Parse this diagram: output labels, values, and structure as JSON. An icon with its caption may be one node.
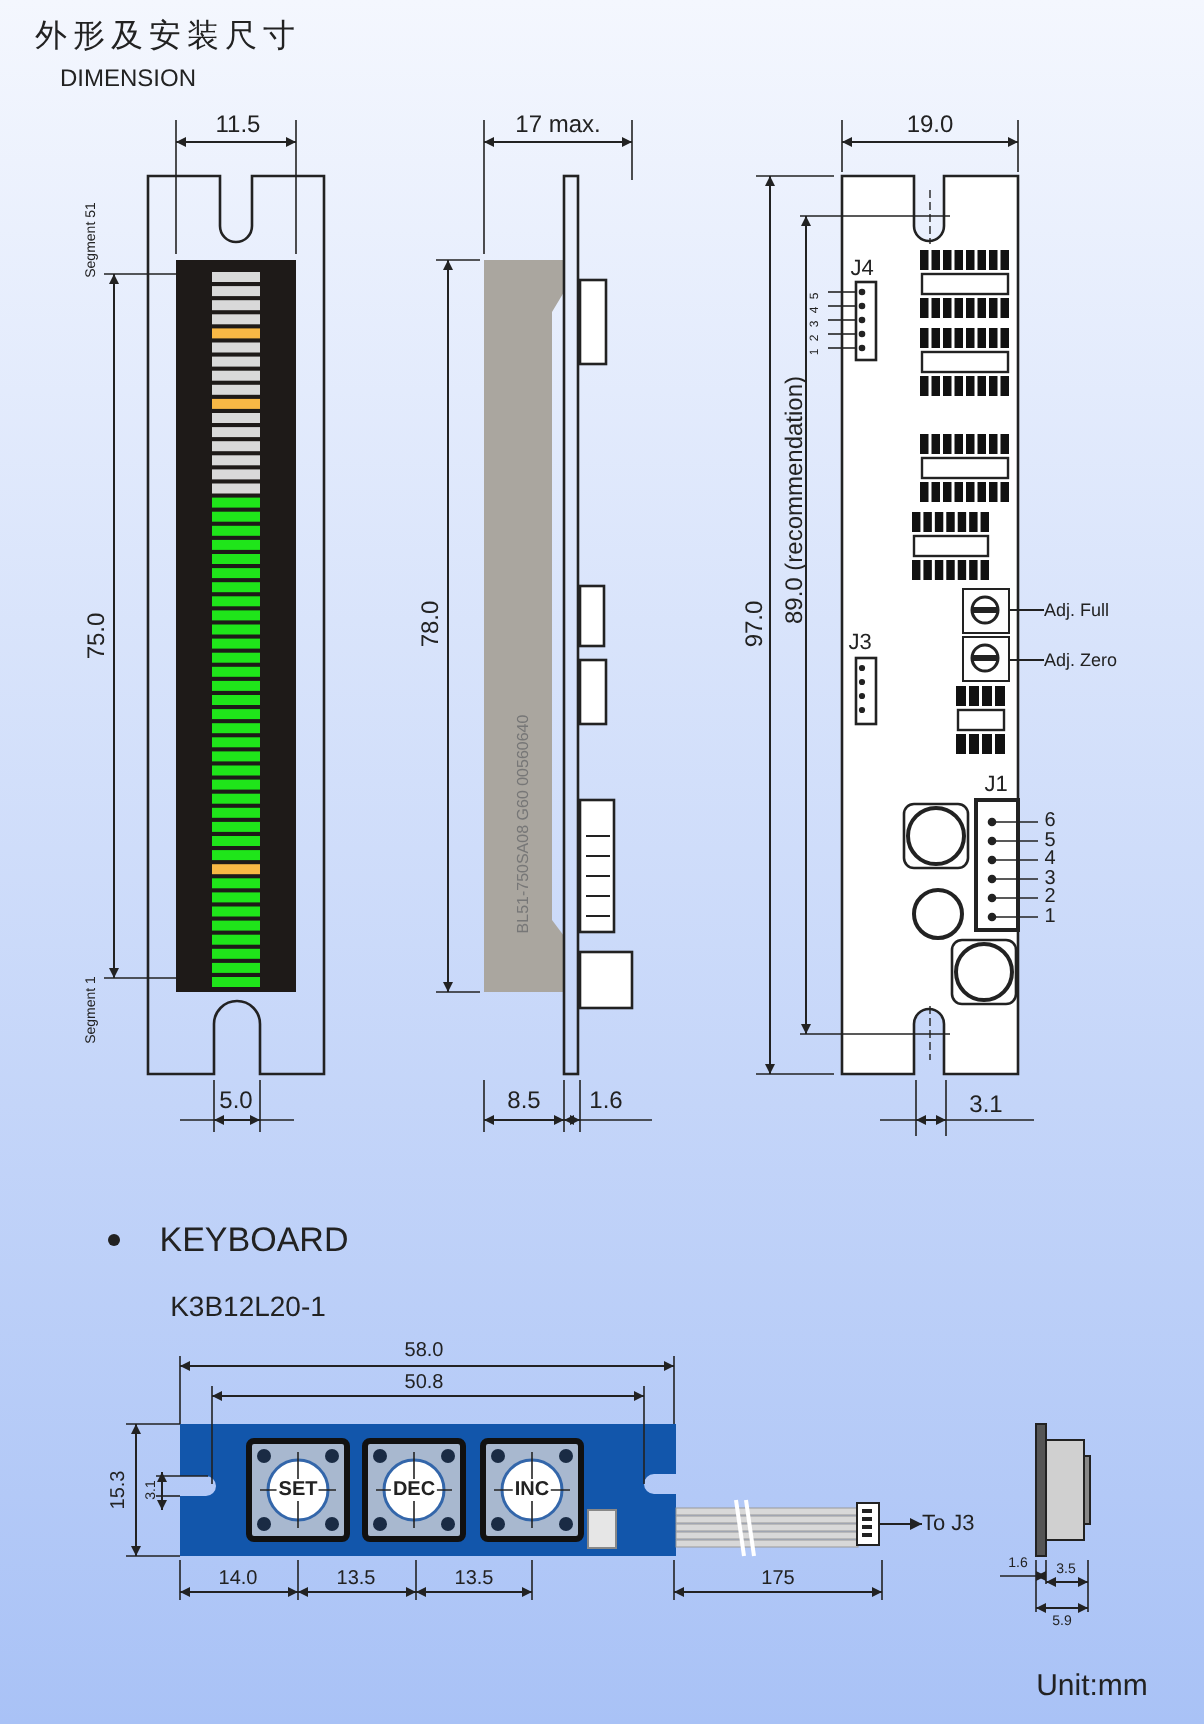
{
  "diagram": {
    "title": "外形及安装尺寸",
    "nodes": [
      {
        "text": [
          "Adj. Full"
        ]
      },
      {
        "text": [],
        "shape": "picture"
      },
      {
        "text": [
          "Adj. Zero"
        ]
      },
      {
        "text": [],
        "shape": "picture"
      },
      {
        "text": [
          "SET"
        ]
      },
      {
        "text": [
          "DEC"
        ]
      },
      {
        "text": [
          "INC"
        ]
      },
      {
        "text": [],
        "shape": "picture"
      },
      {
        "text": [
          "To J3"
        ]
      }
    ],
    "edges": [
      {
        "from": 0,
        "to": 1,
        "arrow": "none"
      },
      {
        "from": 2,
        "to": 3,
        "arrow": "none"
      },
      {
        "from": 7,
        "to": 8,
        "arrow": "to"
      }
    ],
    "labels": [
      "DIMENSION",
      "11.5",
      "17 max.",
      "19.0",
      "Segment 51",
      "J4",
      "5",
      "4",
      "3",
      "2",
      "1",
      "75.0",
      "78.0",
      "97.0",
      "89.0 (recommendation)",
      "BL51-750SA08 G60 00560640",
      "J3",
      "J1",
      "6",
      "5",
      "4",
      "3",
      "2",
      "1",
      "Segment 1",
      "5.0",
      "8.5",
      "1.6",
      "3.1",
      "KEYBOARD",
      "K3B12L20-1",
      "58.0",
      "50.8",
      "15.3",
      "3.1",
      "14.0",
      "13.5",
      "13.5",
      "175",
      "1.6",
      "3.5",
      "5.9",
      "Unit:mm"
    ]
  }
}
